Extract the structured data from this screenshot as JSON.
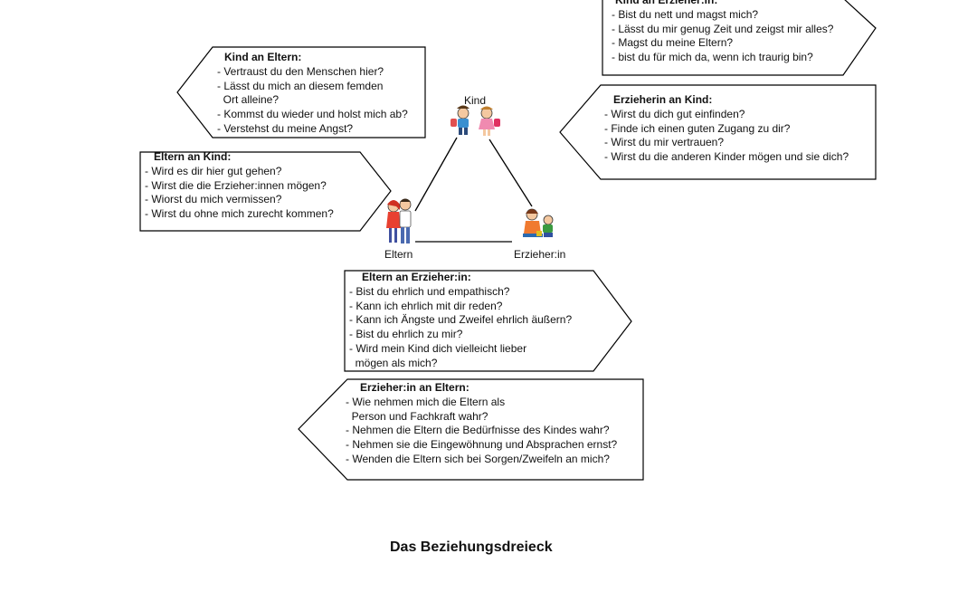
{
  "nodes": {
    "kind": "Kind",
    "eltern": "Eltern",
    "erzieher": "Erzieher:in"
  },
  "boxes": {
    "kind_an_erzieher": {
      "heading": "Kind an Erzieher:in:",
      "lines": [
        "- Bist du nett und magst mich?",
        "- Lässt du mir genug Zeit und zeigst mir alles?",
        "- Magst du meine Eltern?",
        "- bist du für mich da, wenn ich traurig bin?"
      ]
    },
    "kind_an_eltern": {
      "heading": "Kind an Eltern:",
      "lines": [
        "- Vertraust du den Menschen hier?",
        "- Lässt du mich an diesem femden",
        "  Ort alleine?",
        "- Kommst du wieder und holst mich ab?",
        "- Verstehst du meine Angst?"
      ]
    },
    "erzieherin_an_kind": {
      "heading": "Erzieherin an Kind:",
      "lines": [
        "- Wirst du dich gut einfinden?",
        "- Finde ich einen guten Zugang zu dir?",
        "- Wirst du mir vertrauen?",
        "- Wirst du die anderen Kinder mögen und sie dich?"
      ]
    },
    "eltern_an_kind": {
      "heading": "Eltern an Kind:",
      "lines": [
        "- Wird es dir hier gut gehen?",
        "- Wirst die die Erzieher:innen mögen?",
        "- Wiorst du mich vermissen?",
        "- Wirst du ohne mich zurecht kommen?"
      ]
    },
    "eltern_an_erzieher": {
      "heading": "Eltern an Erzieher:in:",
      "lines": [
        "- Bist du ehrlich und empathisch?",
        "- Kann ich ehrlich mit dir reden?",
        "- Kann ich Ängste und Zweifel ehrlich äußern?",
        "- Bist du ehrlich zu mir?",
        "- Wird mein Kind dich vielleicht lieber",
        "  mögen als mich?"
      ]
    },
    "erzieher_an_eltern": {
      "heading": "Erzieher:in an Eltern:",
      "lines": [
        "- Wie nehmen mich die Eltern als",
        "  Person und Fachkraft wahr?",
        "- Nehmen die Eltern die Bedürfnisse des Kindes wahr?",
        "- Nehmen sie die Eingewöhnung und Absprachen ernst?",
        "- Wenden die Eltern sich bei Sorgen/Zweifeln an mich?"
      ]
    }
  },
  "caption": "Das Beziehungsdreieck",
  "icons": [
    "children-pair-icon",
    "parents-couple-icon",
    "caregiver-with-child-icon"
  ]
}
